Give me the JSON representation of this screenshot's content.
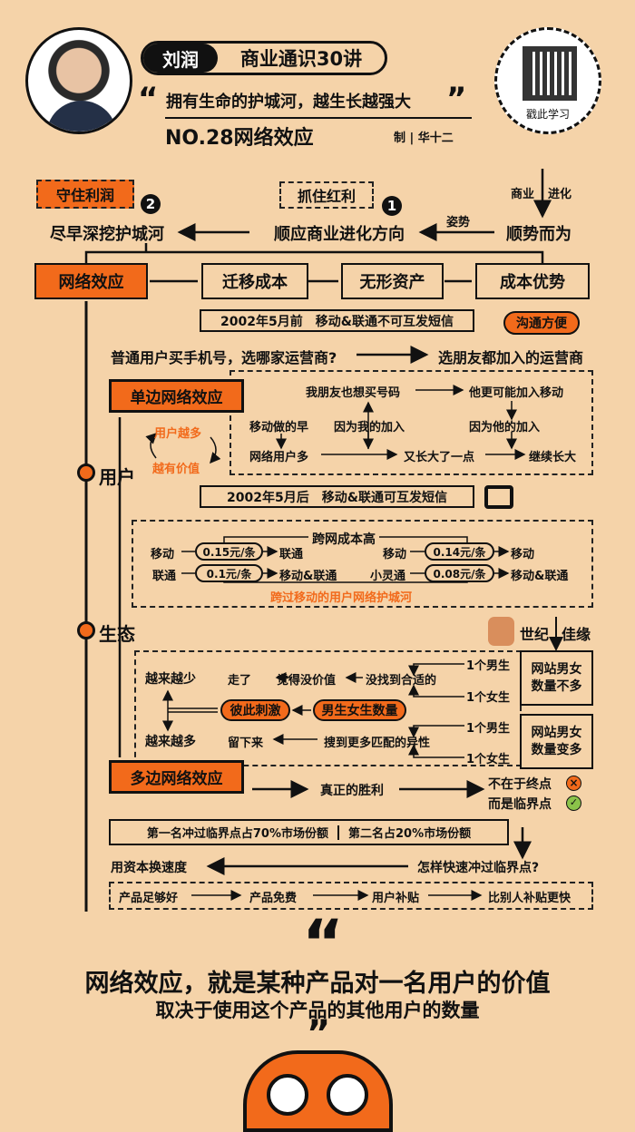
{
  "header": {
    "author": "刘润",
    "series": "商业通识30讲",
    "quote": "拥有生命的护城河，越生长越强大",
    "episode": "NO.28网络效应",
    "credit": "制 | 华十二",
    "qr_label": "戳此学习"
  },
  "top": {
    "biz": "商业",
    "evolve": "进化",
    "keep_profit": "守住利润",
    "grab_bonus": "抓住红利",
    "dig_moat": "尽早深挖护城河",
    "follow_dir": "顺应商业进化方向",
    "posture": "姿势",
    "go_with": "顺势而为",
    "n1": "1",
    "n2": "2"
  },
  "moats": [
    "网络效应",
    "迁移成本",
    "无形资产",
    "成本优势"
  ],
  "user": {
    "callout_before": "2002年5月前　移动&联通不可互发短信",
    "convenient": "沟通方便",
    "question": "普通用户买手机号，选哪家运营商?",
    "answer": "选朋友都加入的运营商",
    "one_sided": "单边网络效应",
    "more_users": "用户越多",
    "more_value": "越有价值",
    "label": "用户",
    "flow": {
      "friend": "我朋友也想买号码",
      "he_more": "他更可能加入移动",
      "early": "移动做的早",
      "because_me": "因为我的加入",
      "because_him": "因为他的加入",
      "many": "网络用户多",
      "grew": "又长大了一点",
      "keep_grow": "继续长大"
    },
    "callout_after": "2002年5月后　移动&联通可互发短信",
    "cost_high": "跨网成本高",
    "rates": [
      {
        "from": "移动",
        "price": "0.15元/条",
        "to": "联通"
      },
      {
        "from": "联通",
        "price": "0.1元/条",
        "to": "移动&联通"
      },
      {
        "from": "移动",
        "price": "0.14元/条",
        "to": "移动"
      },
      {
        "from": "小灵通",
        "price": "0.08元/条",
        "to": "移动&联通"
      }
    ],
    "moat_cross": "跨过移动的用户网络护城河"
  },
  "eco": {
    "label": "生态",
    "brand_a": "世纪",
    "brand_b": "佳缘",
    "fewer": "越来越少",
    "more": "越来越多",
    "left": "走了",
    "no_value": "觉得没价值",
    "not_found": "没找到合适的",
    "stay": "留下来",
    "found_more": "搜到更多匹配的异性",
    "stimulate": "彼此刺激",
    "gender_count": "男生女生数量",
    "boy": "1个男生",
    "girl": "1个女生",
    "few_box": "网站男女数量不多",
    "many_box": "网站男女数量变多"
  },
  "multi": {
    "label": "多边网络效应",
    "victory": "真正的胜利",
    "not_end": "不在于终点",
    "but_critical": "而是临界点",
    "share": "第一名冲过临界点占70%市场份额",
    "share2": "第二名占20%市场份额",
    "capital": "用资本换速度",
    "how": "怎样快速冲过临界点?",
    "steps": [
      "产品足够好",
      "产品免费",
      "用户补贴",
      "比别人补贴更快"
    ]
  },
  "footer": {
    "line1": "网络效应，就是某种产品对一名用户的价值",
    "line2": "取决于使用这个产品的其他用户的数量"
  },
  "colors": {
    "bg": "#F5D3A9",
    "accent": "#F26A1B",
    "ink": "#111111"
  }
}
